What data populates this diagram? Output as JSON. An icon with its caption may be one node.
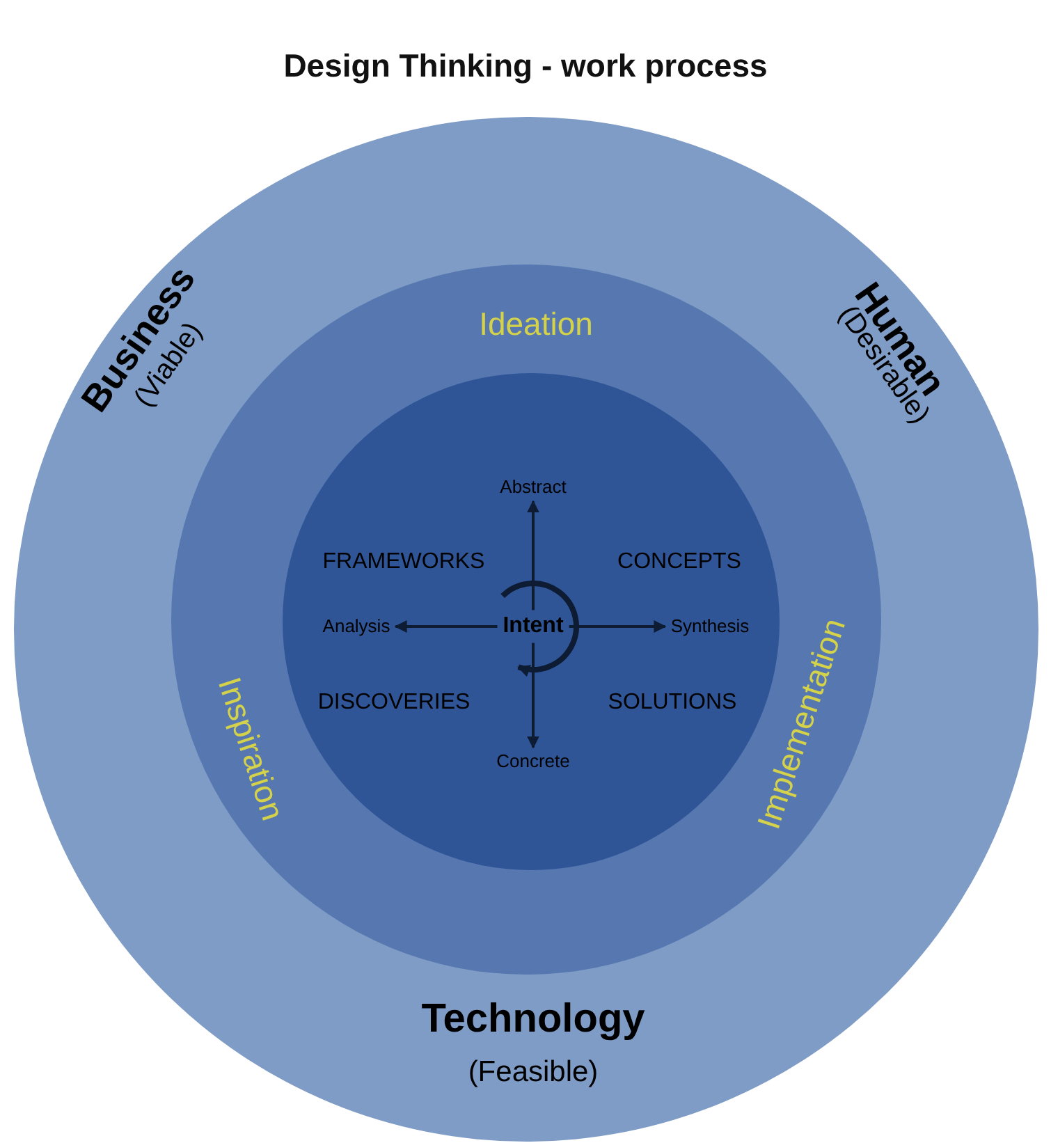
{
  "diagram": {
    "title": "Design Thinking - work process",
    "nodes": [
      {
        "text": [
          "Business",
          "(Viable)",
          "Human",
          "(Desirable)",
          "Technology",
          "(Feasible)"
        ]
      },
      {
        "text": [
          "Ideation",
          "Inspiration",
          "Implementation"
        ],
        "in": 0
      },
      {
        "text": [
          "FRAMEWORKS",
          "CONCEPTS",
          "DISCOVERIES",
          "SOLUTIONS"
        ],
        "in": 1
      },
      {
        "text": [
          "Intent"
        ],
        "in": 2
      },
      {
        "text": [
          "Abstract"
        ],
        "in": 2
      },
      {
        "text": [
          "Analysis"
        ],
        "in": 2
      },
      {
        "text": [
          "Synthesis"
        ],
        "in": 2
      },
      {
        "text": [
          "Concrete"
        ],
        "in": 2
      }
    ],
    "edges": [
      {
        "from": 3,
        "to": 4,
        "arrow": "to"
      },
      {
        "from": 3,
        "to": 5,
        "arrow": "to"
      },
      {
        "from": 3,
        "to": 6,
        "arrow": "to"
      },
      {
        "from": 3,
        "to": 7,
        "arrow": "to"
      }
    ]
  }
}
